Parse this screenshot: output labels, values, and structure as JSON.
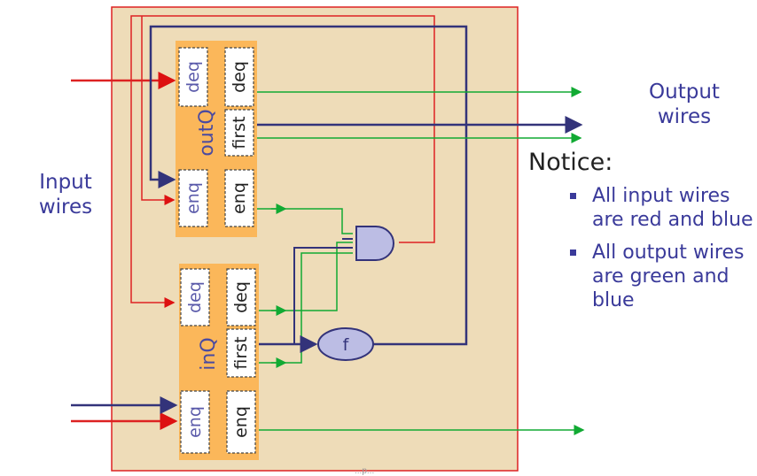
{
  "labels": {
    "input_wires": "Input\nwires",
    "output_wires": "Output\nwires",
    "notice_title": "Notice:",
    "notes": [
      "All input wires are red and blue",
      "All output wires are green and blue"
    ]
  },
  "outQ": {
    "name": "outQ",
    "ports": {
      "deq_left": "deq",
      "deq_right": "deq",
      "first": "first",
      "enq_left": "enq",
      "enq_right": "enq"
    }
  },
  "inQ": {
    "name": "inQ",
    "ports": {
      "deq_left": "deq",
      "deq_right": "deq",
      "first": "first",
      "enq_left": "enq",
      "enq_right": "enq"
    }
  },
  "function_block": "f",
  "footer": "...p..."
}
